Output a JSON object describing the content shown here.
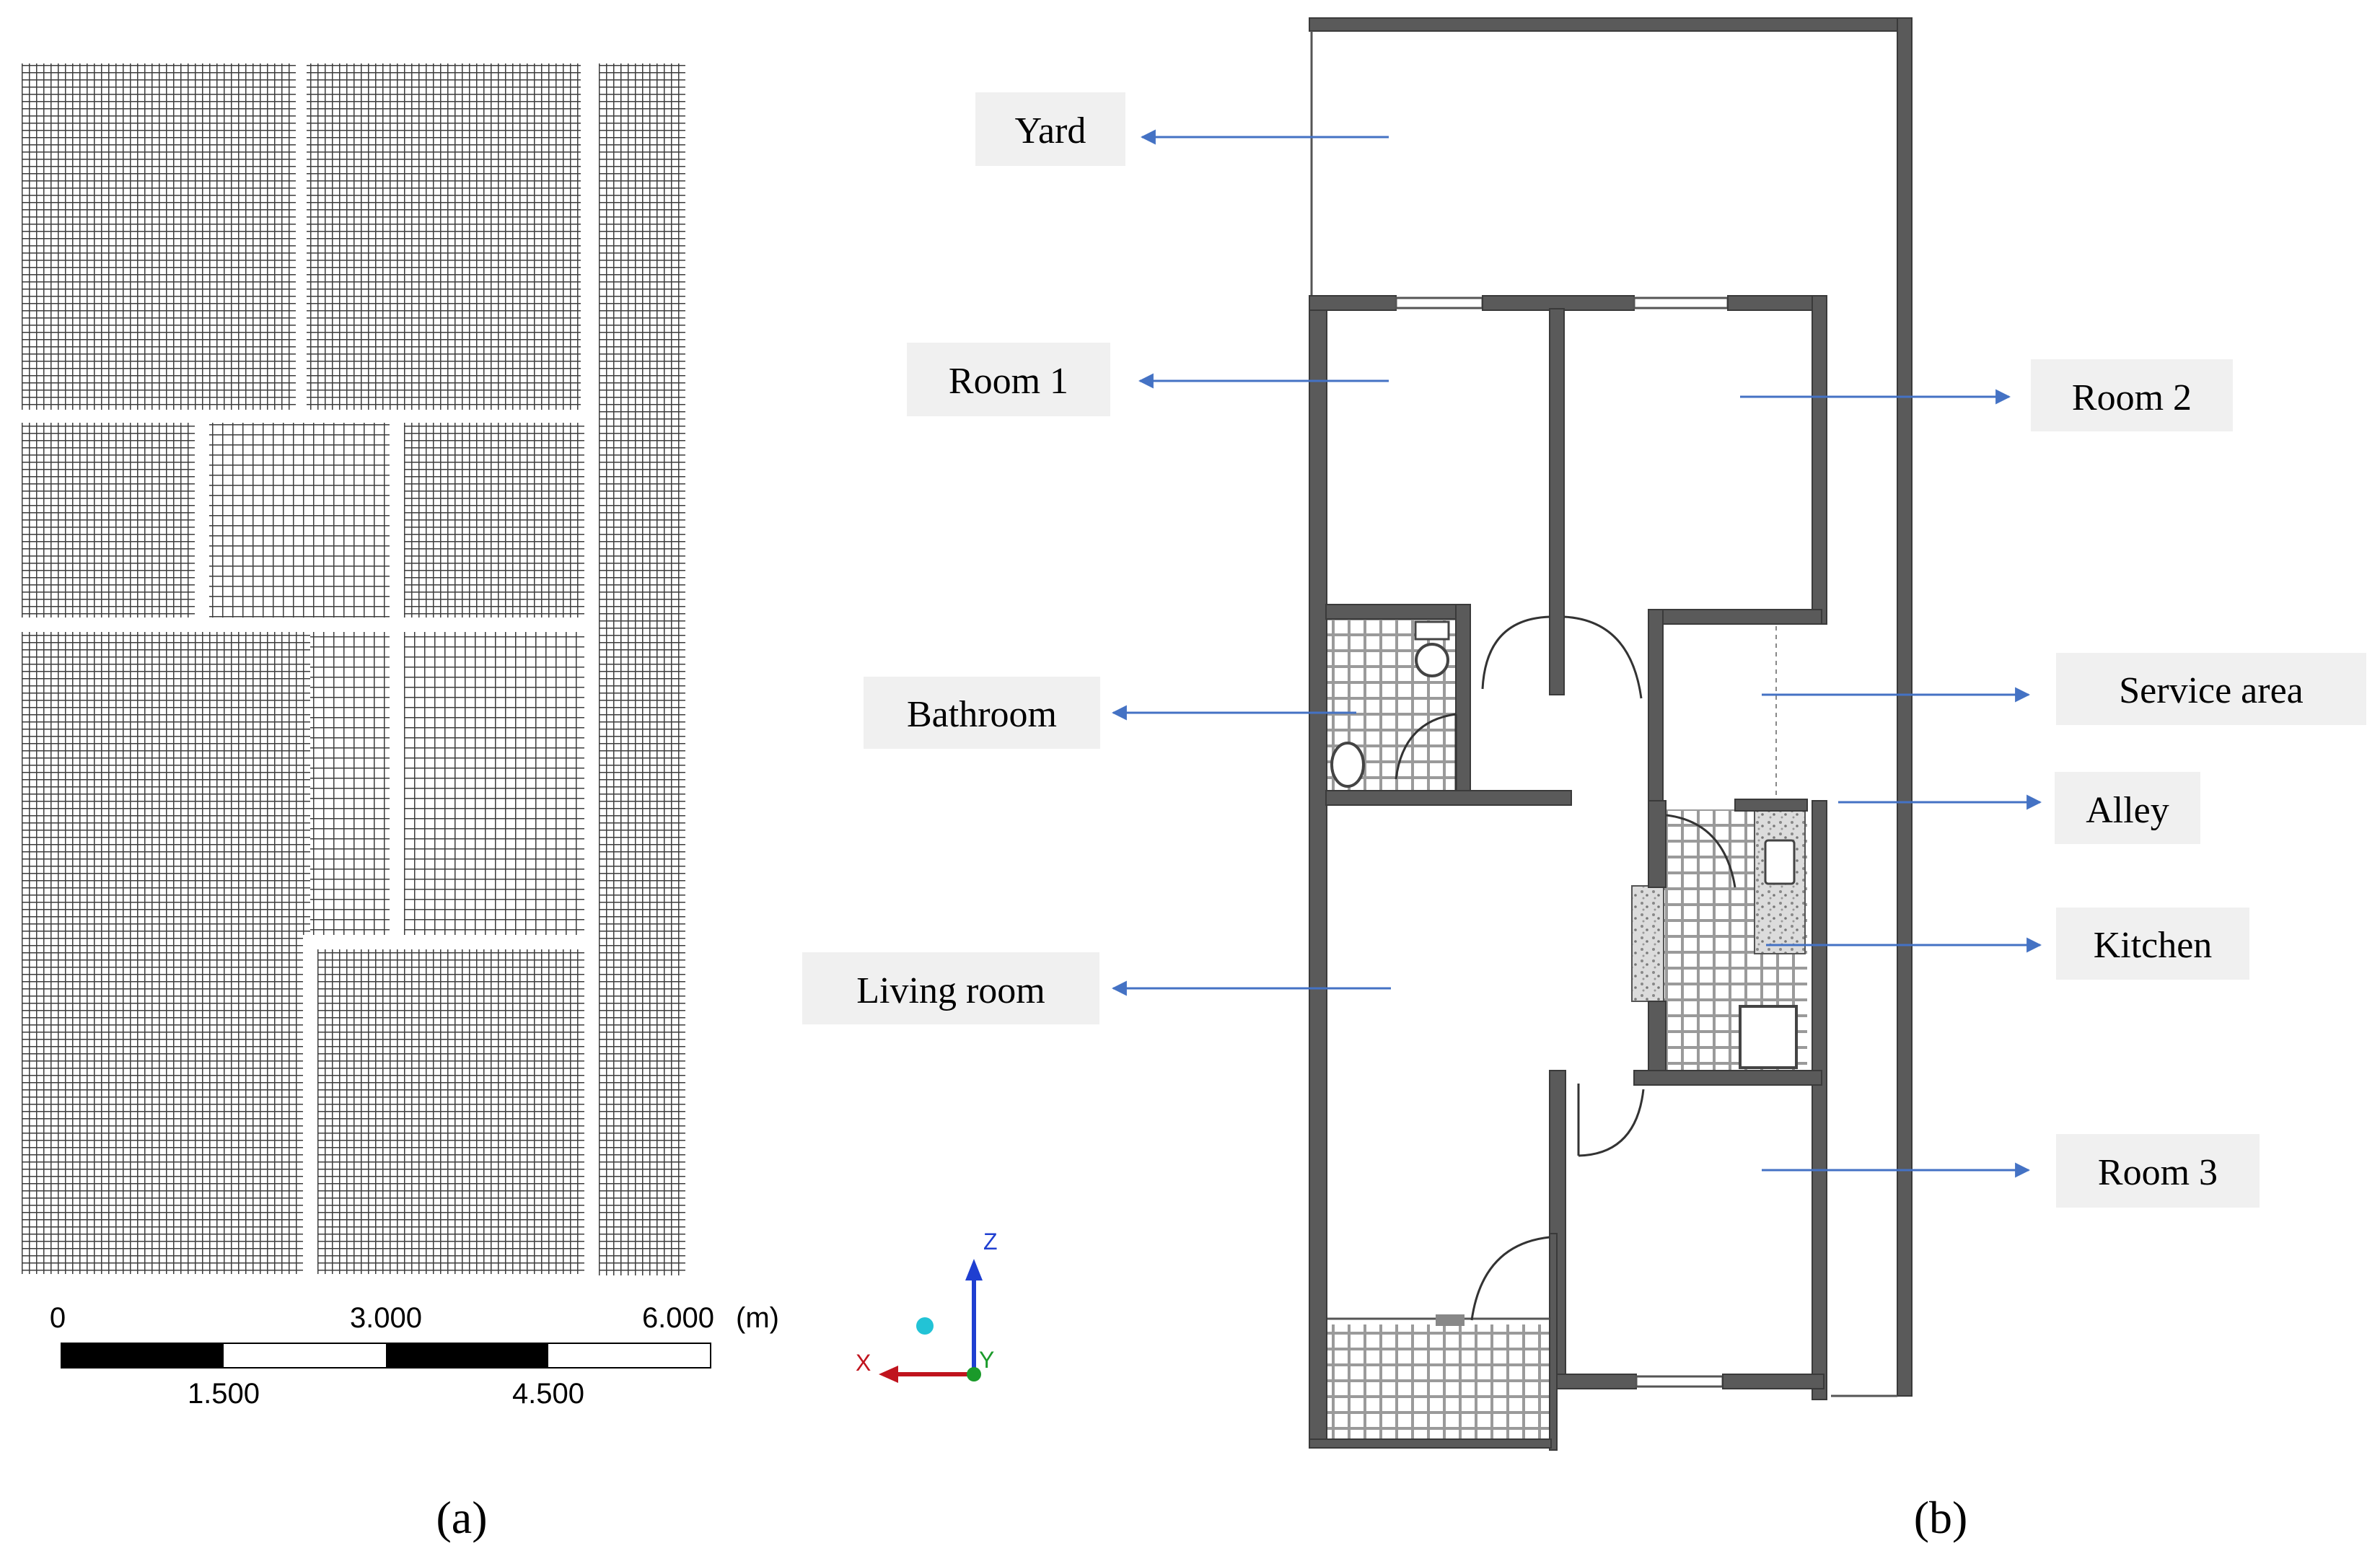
{
  "panels": {
    "a": {
      "label": "(a)"
    },
    "b": {
      "label": "(b)"
    }
  },
  "scale_bar": {
    "top_labels": [
      "0",
      "3.000",
      "6.000"
    ],
    "unit": "(m)",
    "bottom_labels": [
      "1.500",
      "4.500"
    ]
  },
  "axis_triad": {
    "z": "Z",
    "x": "X",
    "y": "Y"
  },
  "rooms": [
    {
      "id": "yard",
      "label": "Yard"
    },
    {
      "id": "room-1",
      "label": "Room 1"
    },
    {
      "id": "room-2",
      "label": "Room 2"
    },
    {
      "id": "bathroom",
      "label": "Bathroom"
    },
    {
      "id": "service-area",
      "label": "Service area"
    },
    {
      "id": "alley",
      "label": "Alley"
    },
    {
      "id": "kitchen",
      "label": "Kitchen"
    },
    {
      "id": "living-room",
      "label": "Living room"
    },
    {
      "id": "room-3",
      "label": "Room 3"
    }
  ],
  "colors": {
    "arrow": "#4472c4",
    "label_bg": "#f0f0f0",
    "wall": "#5a5a5a",
    "axis_z": "#1f3fd1",
    "axis_x": "#c0141e",
    "axis_y": "#1a9a2a",
    "axis_dot": "#22c3d6"
  }
}
